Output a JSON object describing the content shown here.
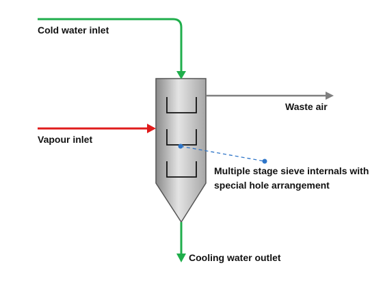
{
  "labels": {
    "cold_water_inlet": "Cold water inlet",
    "waste_air": "Waste air",
    "vapour_inlet": "Vapour inlet",
    "sieve_internals": "Multiple stage sieve internals with special hole arrangement",
    "cooling_water_outlet": "Cooling water outlet"
  },
  "colors": {
    "water_flow": "#1fae4b",
    "vapour_flow": "#e01b1b",
    "air_flow": "#7f7f7f",
    "callout": "#2e75c8",
    "vessel_outline": "#555555"
  },
  "icons": [
    "condenser-vessel-icon",
    "sieve-tray-icon",
    "flow-arrow-icon"
  ]
}
